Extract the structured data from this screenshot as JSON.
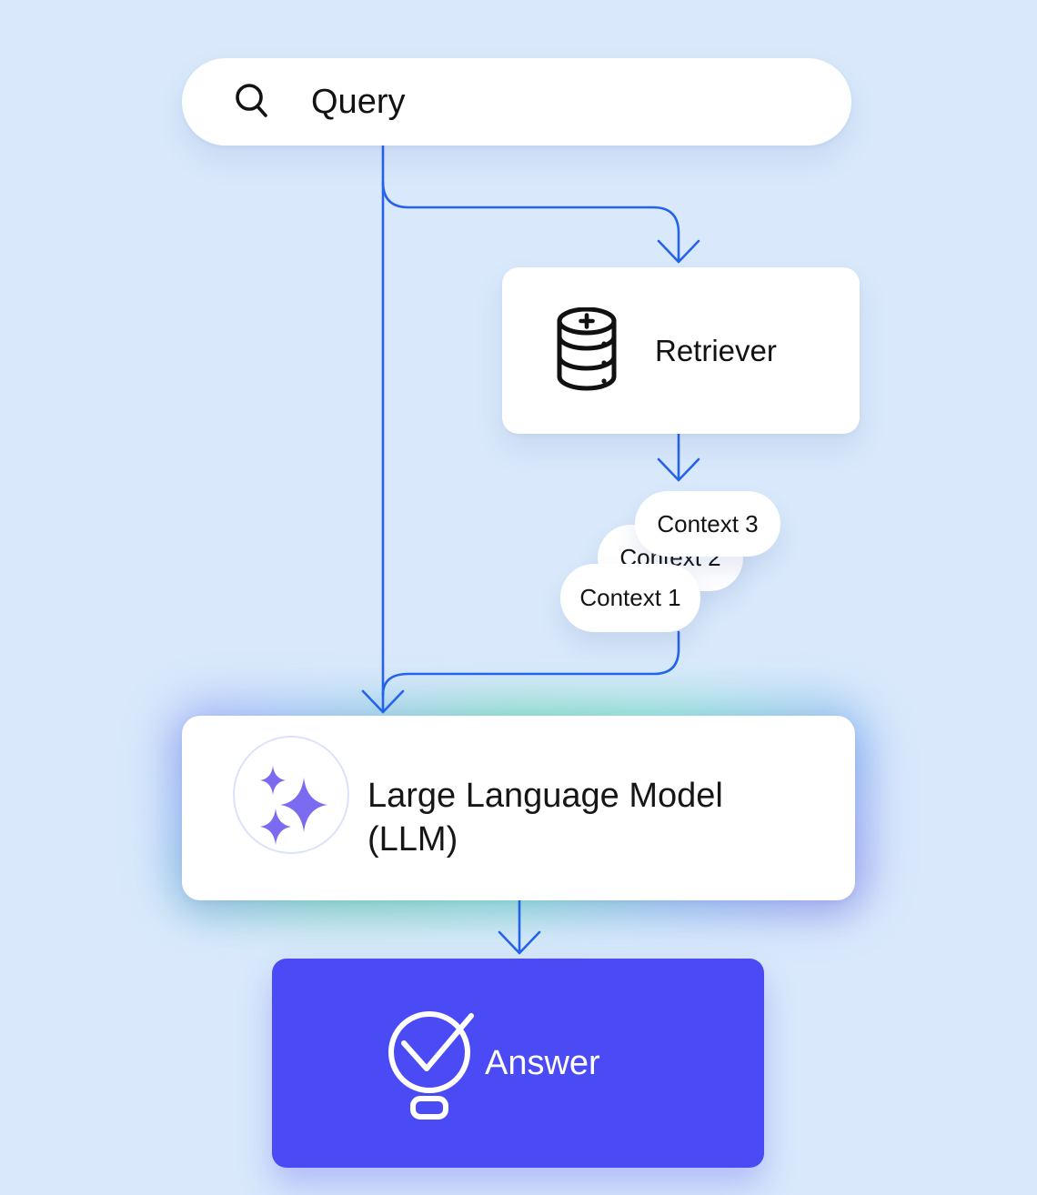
{
  "colors": {
    "background": "#d9e9fb",
    "connector_blue": "#2563eb",
    "answer_background": "#4b4bf5",
    "sparkle_purple": "#7b6bf0",
    "badge_border": "#dbe2fa",
    "node_background": "#ffffff",
    "text_dark": "#141414",
    "answer_text": "#ffffff",
    "glow_green": "#5ed3ad",
    "glow_purple": "#9a8df3"
  },
  "nodes": {
    "query": {
      "label": "Query",
      "icon": "search-icon"
    },
    "retriever": {
      "label": "Retriever",
      "icon": "database-add-icon"
    },
    "contexts": [
      {
        "label": "Context 3"
      },
      {
        "label": "Context 2"
      },
      {
        "label": "Context 1"
      }
    ],
    "llm": {
      "label": "Large Language Model (LLM)",
      "icon": "sparkles-icon"
    },
    "answer": {
      "label": "Answer",
      "icon": "lightbulb-check-icon"
    }
  }
}
